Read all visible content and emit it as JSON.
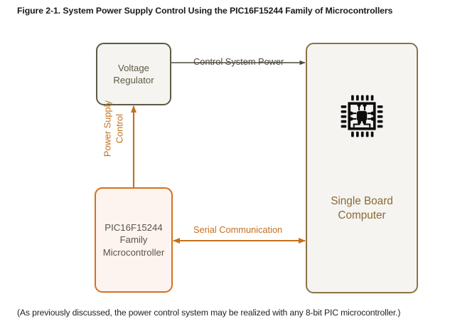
{
  "figure": {
    "title": "Figure 2-1. System Power Supply Control Using the PIC16F15244 Family of Microcontrollers",
    "caption": "(As previously discussed, the power control system may be realized with any 8-bit PIC microcontroller.)"
  },
  "nodes": {
    "voltage_regulator": {
      "label": "Voltage\nRegulator",
      "border_color": "#5e5a44",
      "fill_color": "#f5f4f1",
      "text_color": "#5e5a44"
    },
    "pic_microcontroller": {
      "label": "PIC16F15244\nFamily\nMicrocontroller",
      "border_color": "#d2711d",
      "fill_color": "#fdf3ef",
      "text_color": "#59544a"
    },
    "single_board_computer": {
      "label": "Single Board\nComputer",
      "icon": "microchip-icon",
      "border_color": "#8a7347",
      "fill_color": "#f5f4f1",
      "text_color": "#8a6a34"
    }
  },
  "edges": [
    {
      "id": "control-system-power",
      "label": "Control System Power",
      "from": "voltage_regulator",
      "to": "single_board_computer",
      "direction": "forward",
      "color": "#4e4a3c"
    },
    {
      "id": "power-supply-control",
      "label": "Power Supply\nControl",
      "from": "pic_microcontroller",
      "to": "voltage_regulator",
      "direction": "forward",
      "color": "#c3701d"
    },
    {
      "id": "serial-communication",
      "label": "Serial Communication",
      "from": "pic_microcontroller",
      "to": "single_board_computer",
      "direction": "bidirectional",
      "color": "#c3701d"
    }
  ]
}
